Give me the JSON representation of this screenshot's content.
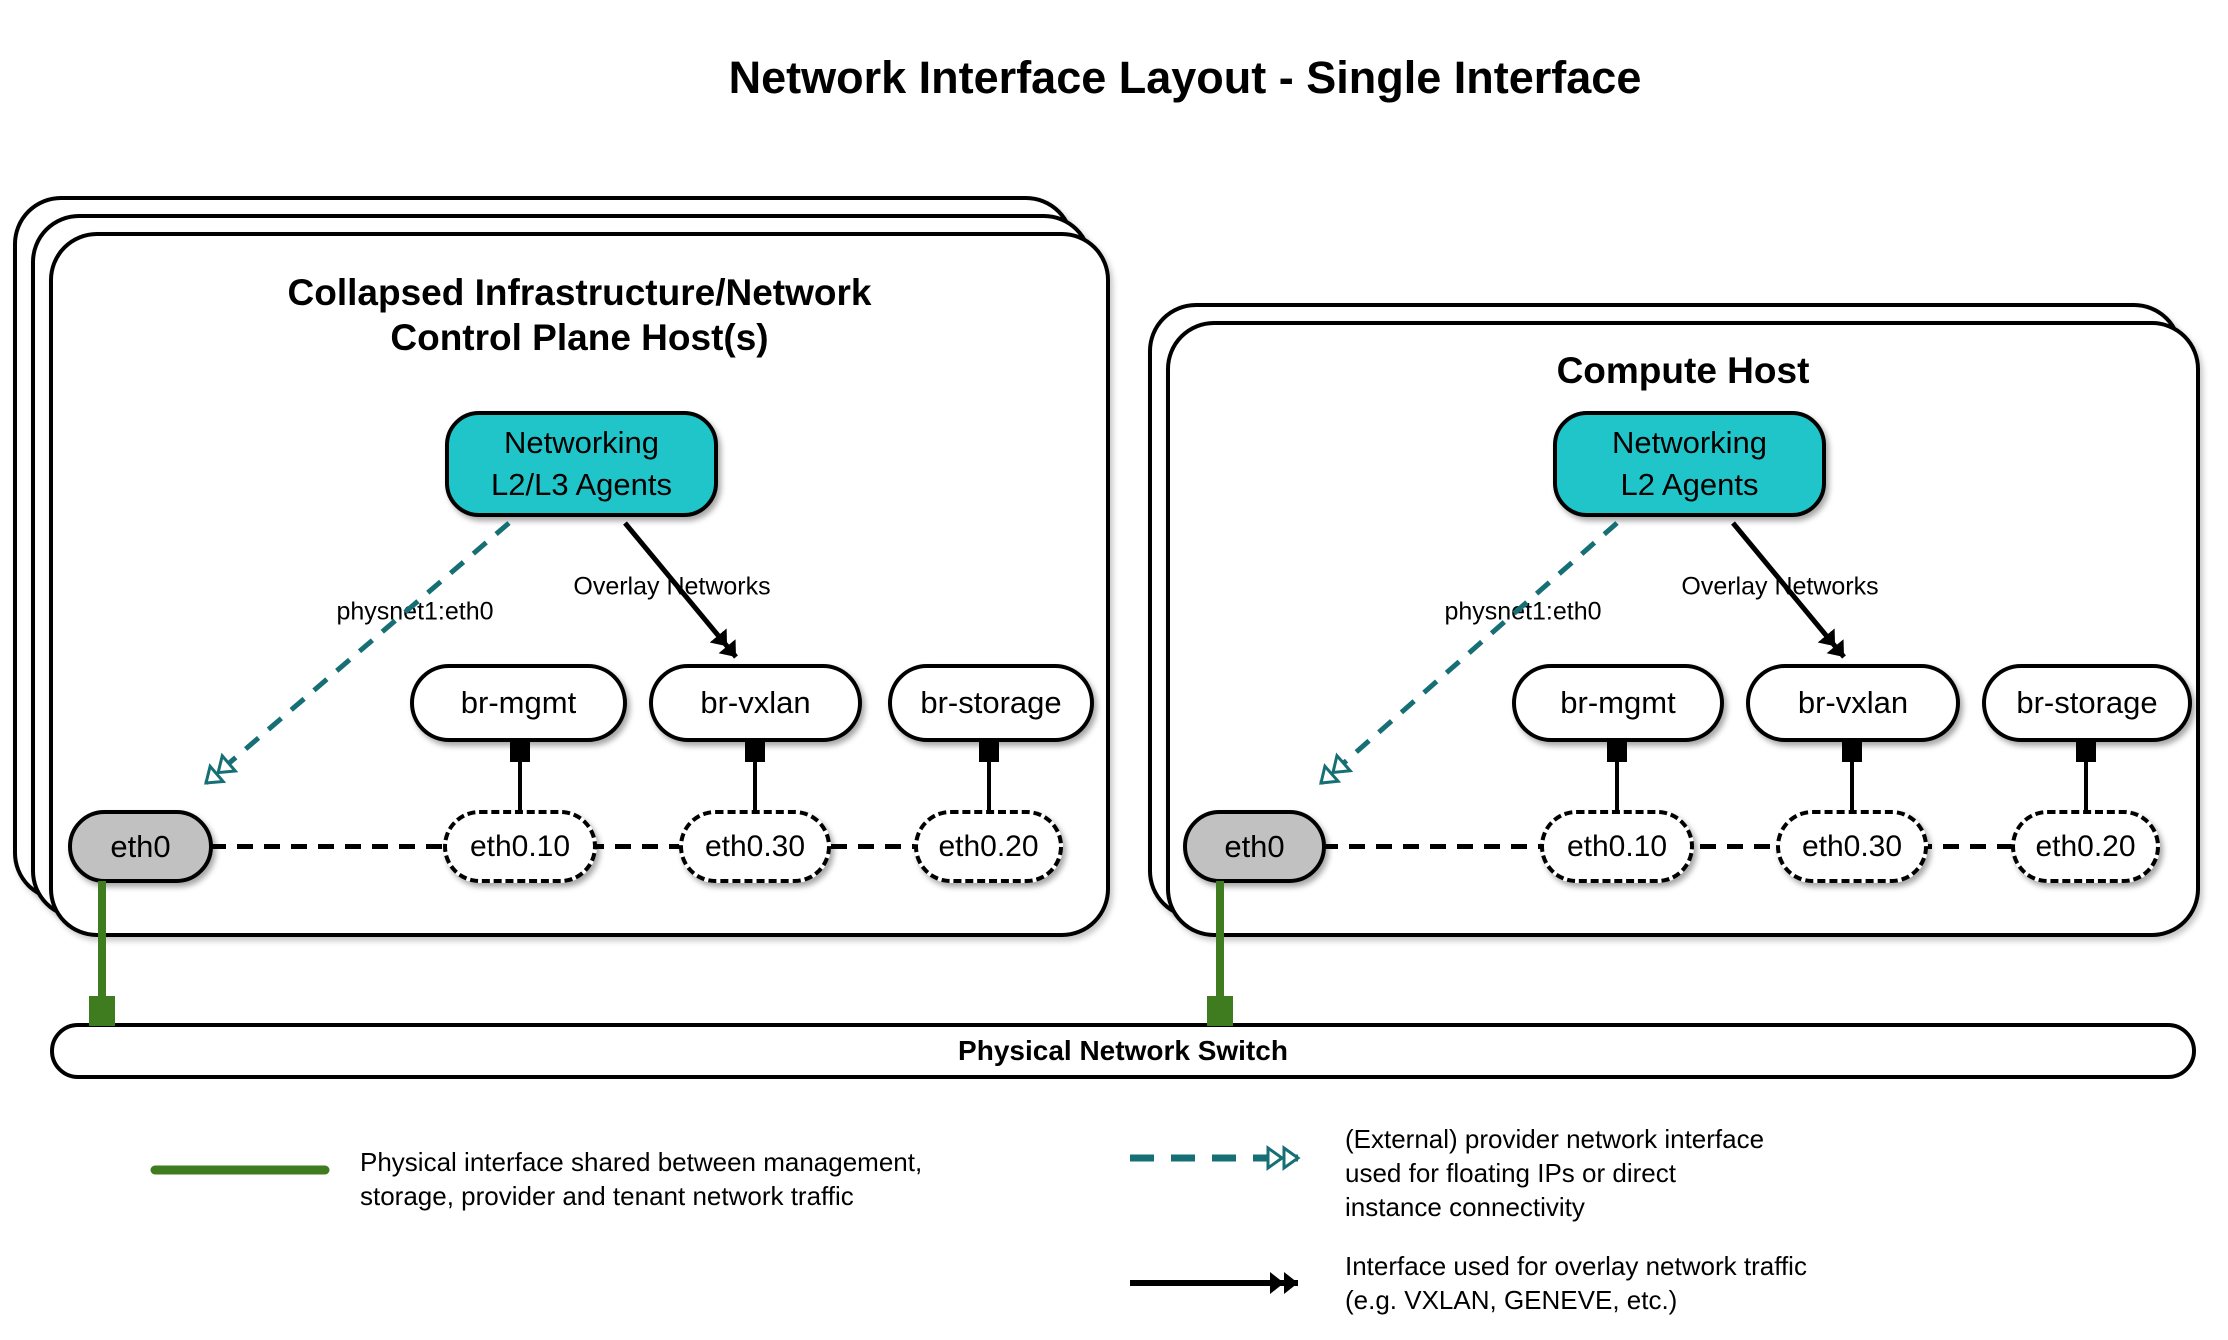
{
  "title": "Network Interface Layout - Single Interface",
  "colors": {
    "agent_fill": "#20C5CA",
    "provider_arrow_teal": "#156F74",
    "physical_line_green": "#3E7C1F",
    "interface_fill_gray": "#C1C1C1",
    "line_black": "#000000"
  },
  "hosts": [
    {
      "name": "control-plane-host",
      "title_lines": [
        "Collapsed Infrastructure/Network",
        "Control Plane Host(s)"
      ],
      "agent_lines": [
        "Networking",
        "L2/L3 Agents"
      ],
      "physnet_label": "physnet1:eth0",
      "overlay_label": "Overlay Networks",
      "bridges": [
        "br-mgmt",
        "br-vxlan",
        "br-storage"
      ],
      "vlan_interfaces": [
        "eth0.10",
        "eth0.30",
        "eth0.20"
      ],
      "physical_interface": "eth0"
    },
    {
      "name": "compute-host",
      "title_lines": [
        "Compute Host"
      ],
      "agent_lines": [
        "Networking",
        "L2 Agents"
      ],
      "physnet_label": "physnet1:eth0",
      "overlay_label": "Overlay Networks",
      "bridges": [
        "br-mgmt",
        "br-vxlan",
        "br-storage"
      ],
      "vlan_interfaces": [
        "eth0.10",
        "eth0.30",
        "eth0.20"
      ],
      "physical_interface": "eth0"
    }
  ],
  "switch": {
    "label": "Physical Network Switch"
  },
  "legend": [
    {
      "symbol": "green-solid-line",
      "lines": [
        "Physical interface shared between management,",
        "storage, provider and tenant network traffic"
      ]
    },
    {
      "symbol": "teal-dashed-double-arrow",
      "lines": [
        "(External) provider network interface",
        "used for floating IPs or direct",
        "instance connectivity"
      ]
    },
    {
      "symbol": "black-solid-double-arrow",
      "lines": [
        "Interface used for overlay network traffic",
        "(e.g. VXLAN, GENEVE, etc.)"
      ]
    }
  ]
}
